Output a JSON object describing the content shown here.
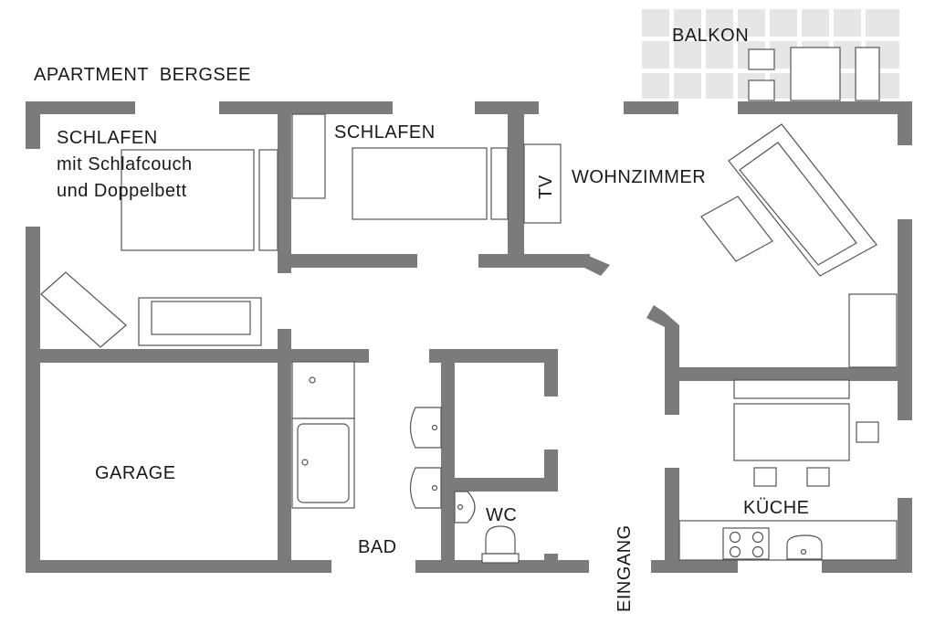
{
  "title": "APARTMENT  BERGSEE",
  "rooms": {
    "balkon": "BALKON",
    "schlafen_1": [
      "SCHLAFEN",
      "mit Schlafcouch",
      "und Doppelbett"
    ],
    "schlafen_2": "SCHLAFEN",
    "tv": "TV",
    "wohnzimmer": "WOHNZIMMER",
    "garage": "GARAGE",
    "bad": "BAD",
    "wc": "WC",
    "kueche": "KÜCHE",
    "eingang": "EINGANG"
  },
  "colors": {
    "wall": "#7b7b7b",
    "balcony_tile": "#e6e6e6",
    "line": "#555555"
  }
}
